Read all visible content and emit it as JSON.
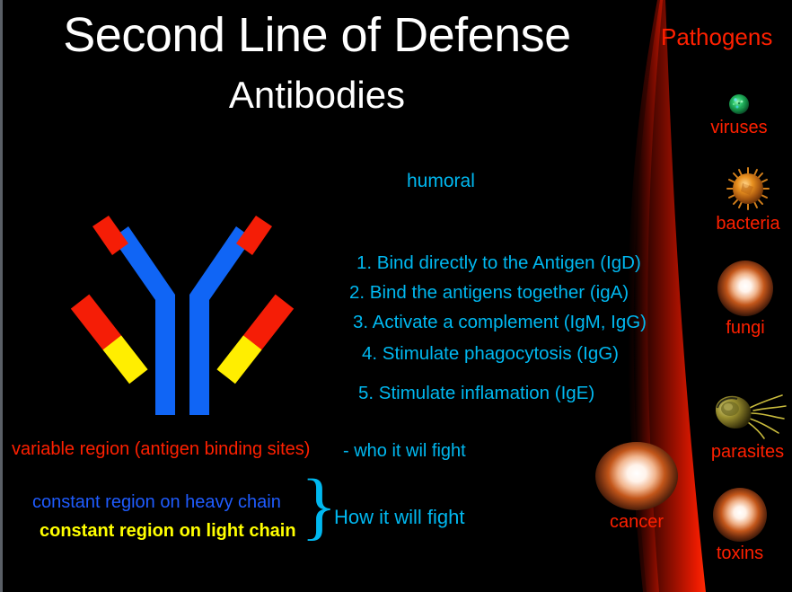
{
  "slide": {
    "background_color": "#000000",
    "title_main": "Second Line of Defense",
    "title_sub": "Antibodies",
    "title_color": "#ffffff"
  },
  "colors": {
    "cyan": "#00b8f0",
    "red": "#ff2000",
    "blue": "#1f5cff",
    "yellow": "#ffff00",
    "white": "#ffffff"
  },
  "immunity": {
    "type_label": "humoral",
    "functions_heading": "",
    "functions": [
      "1. Bind directly to the Antigen (IgD)",
      "2. Bind the antigens together (igA)",
      "3. Activate a complement (IgM, IgG)",
      "4. Stimulate phagocytosis (IgG)",
      "5. Stimulate inflamation (IgE)"
    ]
  },
  "antibody_diagram": {
    "icon": "antibody-y-shape-icon",
    "heavy_chain_color": "#1f5cff",
    "variable_tip_color": "#ff2000",
    "light_chain_constant_color": "#ffff00",
    "light_chain_variable_color": "#ff2000"
  },
  "annotations": {
    "variable_region": "variable region (antigen binding sites)",
    "variable_region_color": "#ff2000",
    "who_it_will_fight": "- who it wil fight",
    "who_it_will_fight_color": "#00b8f0",
    "constant_heavy": "constant region on heavy chain",
    "constant_heavy_color": "#1f5cff",
    "constant_light": "constant region on light chain",
    "constant_light_color": "#ffff00",
    "brace_glyph": "}",
    "how_it_will_fight": "How it will fight",
    "how_it_will_fight_color": "#00b8f0"
  },
  "pathogens": {
    "title": "Pathogens",
    "title_color": "#ff2000",
    "items": [
      {
        "label": "viruses",
        "icon": "virus-sphere-icon",
        "color": "#ff2000"
      },
      {
        "label": "bacteria",
        "icon": "bacteria-spiky-icon",
        "color": "#ff2000"
      },
      {
        "label": "fungi",
        "icon": "fungi-glow-sphere-icon",
        "color": "#ff2000"
      },
      {
        "label": "parasites",
        "icon": "parasite-flagellate-icon",
        "color": "#ff2000"
      },
      {
        "label": "toxins",
        "icon": "toxin-glow-sphere-icon",
        "color": "#ff2000"
      },
      {
        "label": "cancer",
        "icon": "cancer-glow-sphere-icon",
        "color": "#ff2000"
      }
    ],
    "arc_color": "#cc1400"
  }
}
